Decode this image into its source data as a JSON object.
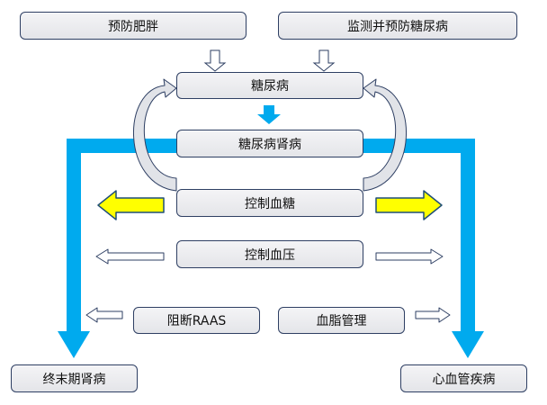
{
  "nodes": {
    "prevent_obesity": "预防肥胖",
    "monitor_prevent_diabetes": "监测并预防糖尿病",
    "diabetes": "糖尿病",
    "diabetic_nephropathy": "糖尿病肾病",
    "glucose_control": "控制血糖",
    "bp_control": "控制血压",
    "raas_block": "阻断RAAS",
    "lipid_management": "血脂管理",
    "esrd": "终末期肾病",
    "cvd": "心血管疾病"
  },
  "colors": {
    "box_border": "#2e3f63",
    "cyan_arrow": "#00aaee",
    "yellow_arrow": "#ffff00",
    "yellow_border": "#1f4e79",
    "outline_arrow": "#2e3f63"
  }
}
